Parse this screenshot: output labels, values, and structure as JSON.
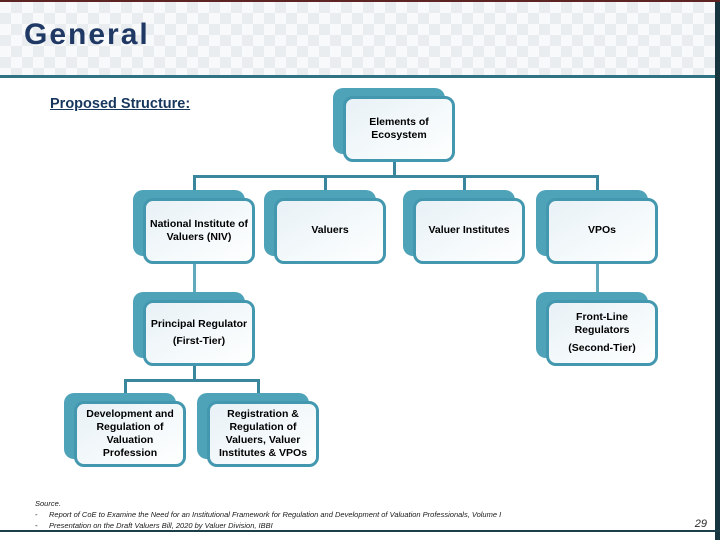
{
  "slide": {
    "title": "General",
    "subtitle": "Proposed Structure:",
    "page_number": "29"
  },
  "diagram": {
    "nodes": {
      "root": {
        "label": "Elements of Ecosystem"
      },
      "niv": {
        "label": "National Institute of Valuers (NIV)"
      },
      "valuers": {
        "label": "Valuers"
      },
      "valuer_institutes": {
        "label": "Valuer Institutes"
      },
      "vpos": {
        "label": "VPOs"
      },
      "principal_regulator": {
        "label": "Principal Regulator",
        "sublabel": "(First-Tier)"
      },
      "front_line_regulators": {
        "label": "Front-Line Regulators",
        "sublabel": "(Second-Tier)"
      },
      "development": {
        "label": "Development and Regulation of Valuation Profession"
      },
      "registration": {
        "label": "Registration & Regulation of Valuers, Valuer Institutes & VPOs"
      }
    }
  },
  "footer": {
    "source_label": "Source.",
    "bullet": "-",
    "sources": [
      "Report of CoE to Examine the Need for an Institutional Framework for Regulation and Development of Valuation Professionals, Volume I",
      "Presentation on the Draft Valuers Bill, 2020 by Valuer Division, IBBI"
    ]
  },
  "colors": {
    "maroon-line": "#5E2424",
    "title-navy": "#1F3864",
    "subtitle-navy": "#17365D",
    "header-divider": "#2E7283",
    "box-teal": "#4EA3B9",
    "box-border": "#4398AF",
    "connector": "#3A879D",
    "connector-light": "#61AABE",
    "right-bar": "#16353E",
    "bottom-line": "#1C3E48",
    "box-text": "#000000",
    "footer-text": "#1A1A1A"
  }
}
